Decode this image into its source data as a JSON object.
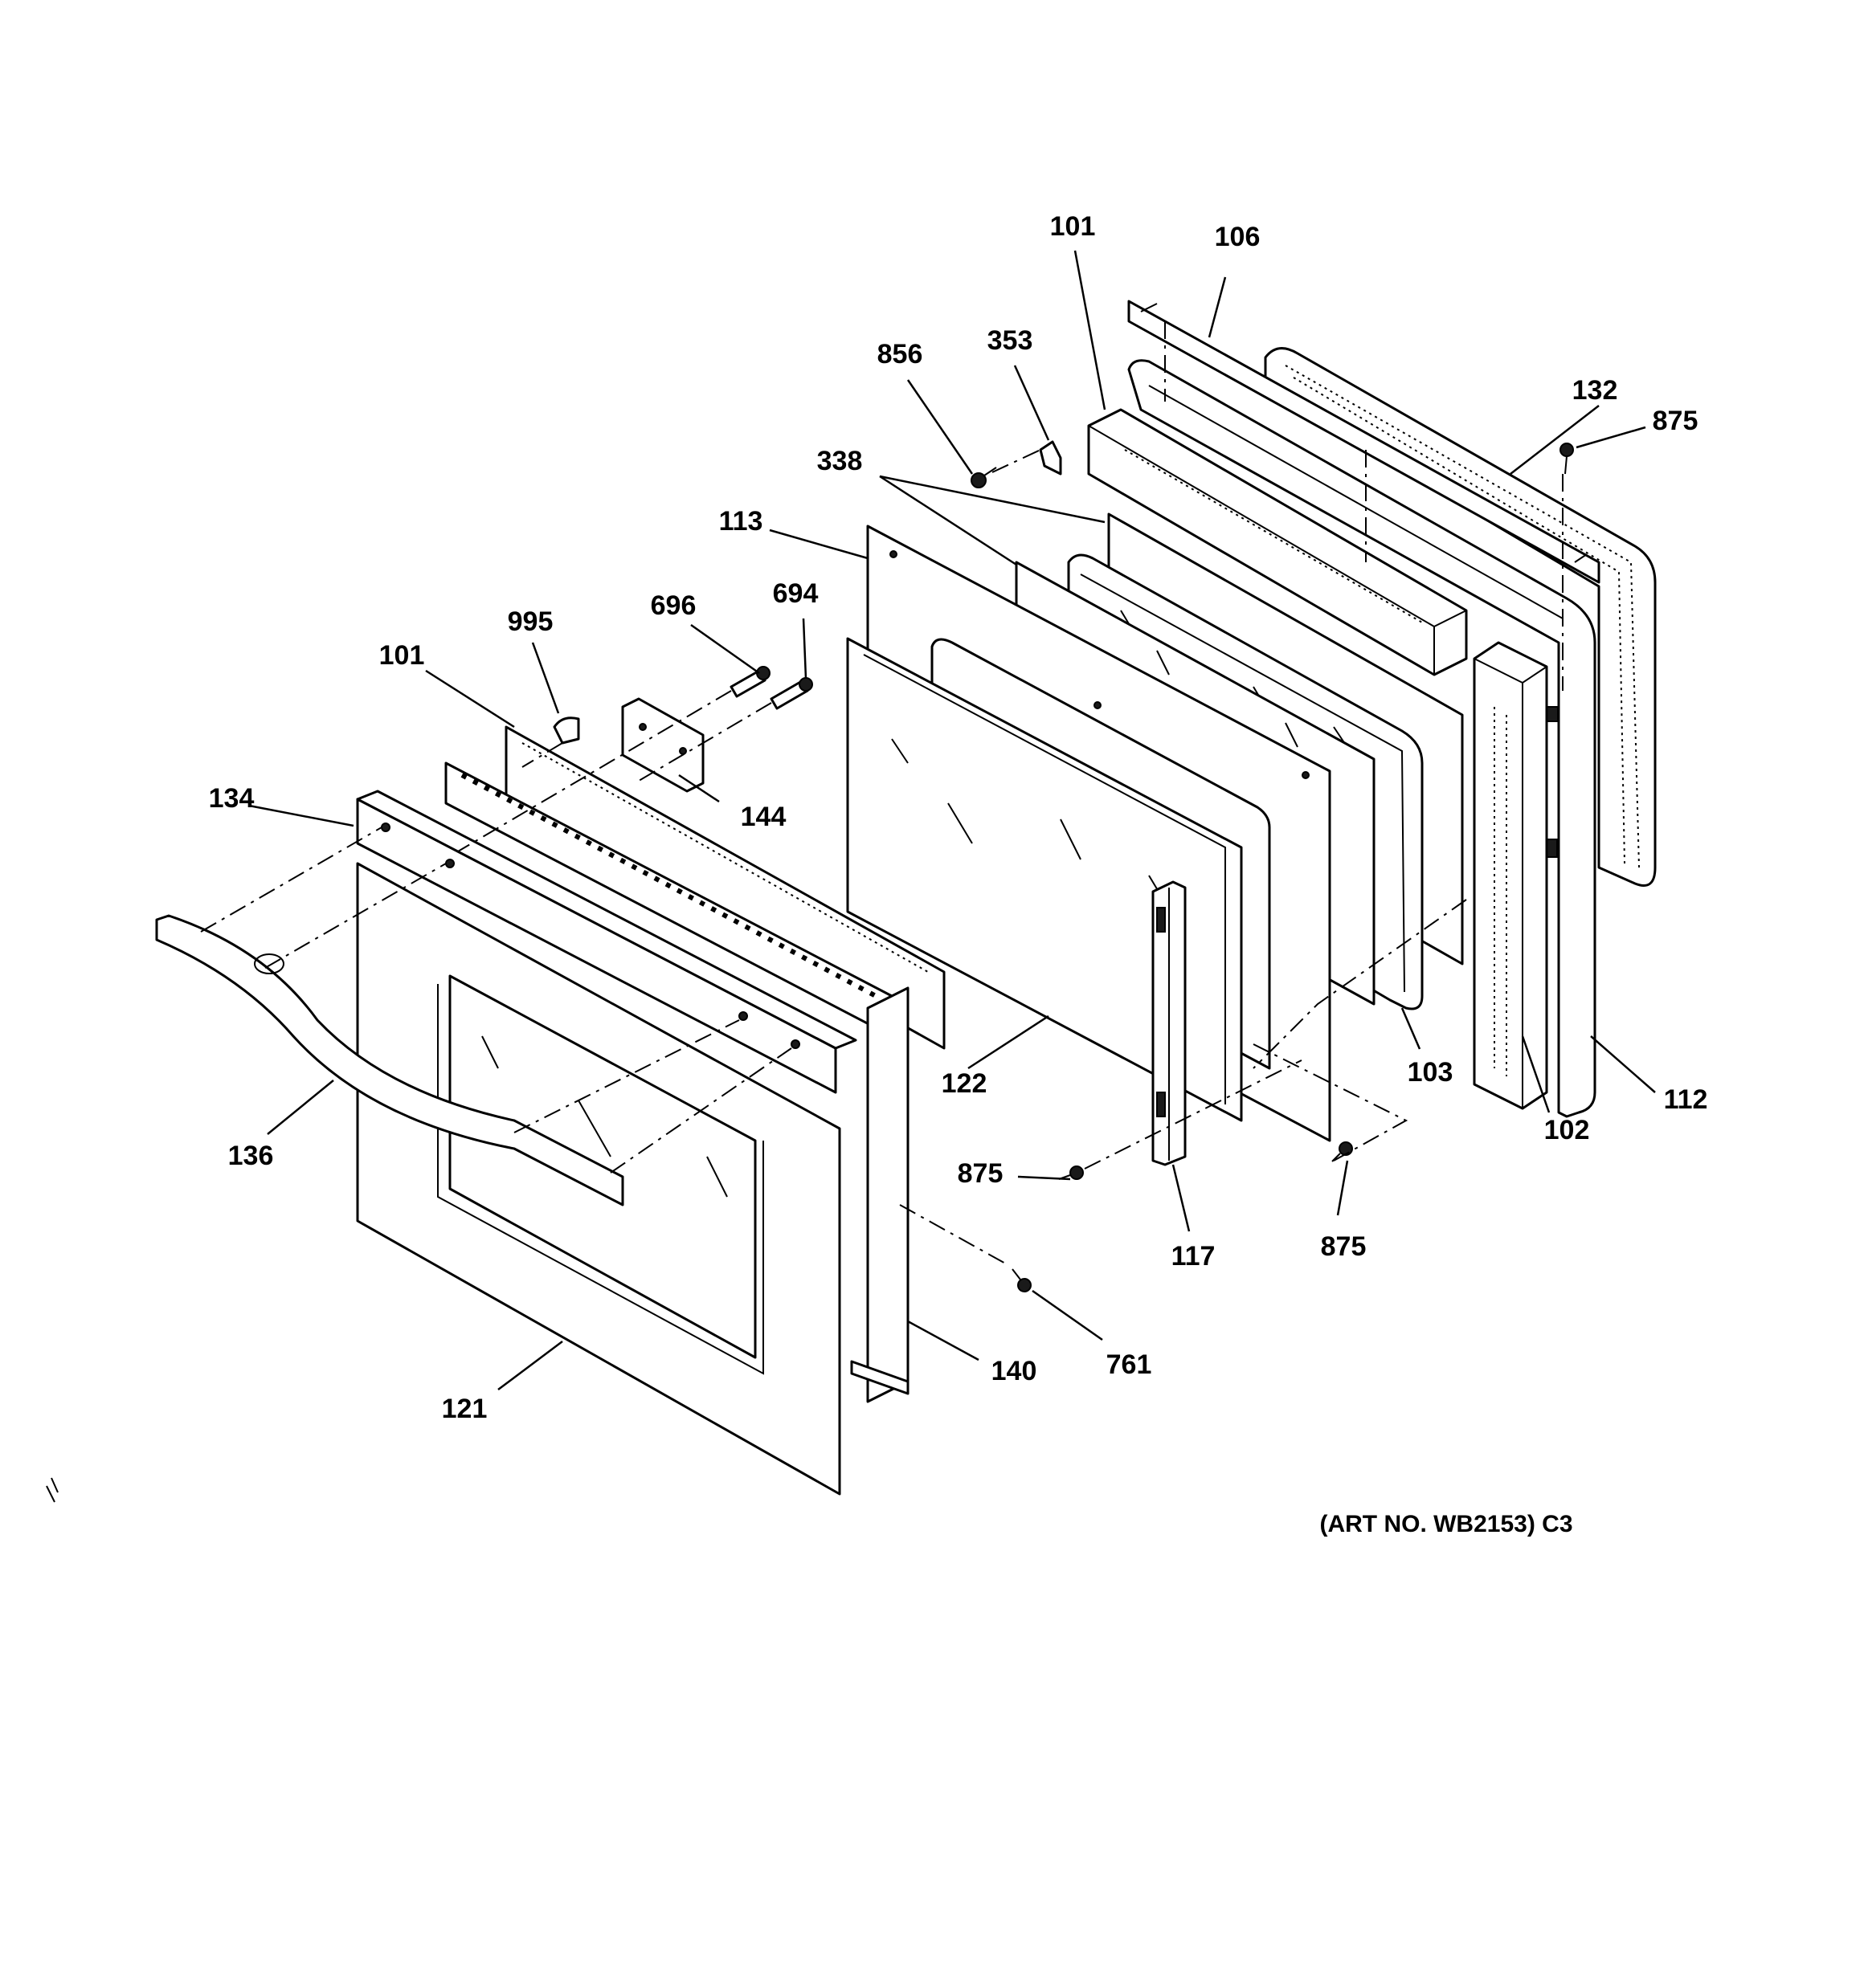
{
  "callouts": [
    {
      "id": "c101a",
      "text": "101"
    },
    {
      "id": "c106",
      "text": "106"
    },
    {
      "id": "c856",
      "text": "856"
    },
    {
      "id": "c353",
      "text": "353"
    },
    {
      "id": "c132",
      "text": "132"
    },
    {
      "id": "c875a",
      "text": "875"
    },
    {
      "id": "c338",
      "text": "338"
    },
    {
      "id": "c113",
      "text": "113"
    },
    {
      "id": "c696",
      "text": "696"
    },
    {
      "id": "c694",
      "text": "694"
    },
    {
      "id": "c995",
      "text": "995"
    },
    {
      "id": "c101b",
      "text": "101"
    },
    {
      "id": "c134",
      "text": "134"
    },
    {
      "id": "c144",
      "text": "144"
    },
    {
      "id": "c103",
      "text": "103"
    },
    {
      "id": "c112",
      "text": "112"
    },
    {
      "id": "c122",
      "text": "122"
    },
    {
      "id": "c102",
      "text": "102"
    },
    {
      "id": "c136",
      "text": "136"
    },
    {
      "id": "c875b",
      "text": "875"
    },
    {
      "id": "c117",
      "text": "117"
    },
    {
      "id": "c875c",
      "text": "875"
    },
    {
      "id": "c761",
      "text": "761"
    },
    {
      "id": "c140",
      "text": "140"
    },
    {
      "id": "c121",
      "text": "121"
    }
  ],
  "art_number": "(ART NO. WB2153) C3"
}
